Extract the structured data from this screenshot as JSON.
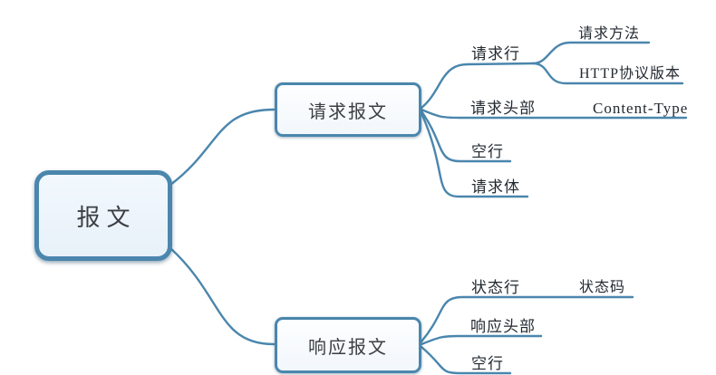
{
  "colors": {
    "background": "#ffffff",
    "line": "#4a86ad",
    "node_border": "#4a86ad",
    "node_fill_top": "#fdfeff",
    "node_fill_bottom": "#f2f7fc",
    "root_fill_top": "#f2f8fd",
    "root_fill_bottom": "#e8f1f9",
    "node_text": "#3b3f44",
    "leaf_text": "#232a31"
  },
  "mindmap": {
    "root": {
      "label": "报文"
    },
    "branches": [
      {
        "label": "请求报文",
        "children": [
          {
            "label": "请求行",
            "children": [
              {
                "label": "请求方法"
              },
              {
                "label": "HTTP协议版本"
              }
            ]
          },
          {
            "label": "请求头部",
            "children": [
              {
                "label": "Content-Type"
              }
            ]
          },
          {
            "label": "空行"
          },
          {
            "label": "请求体"
          }
        ]
      },
      {
        "label": "响应报文",
        "children": [
          {
            "label": "状态行",
            "children": [
              {
                "label": "状态码"
              }
            ]
          },
          {
            "label": "响应头部"
          },
          {
            "label": "空行"
          }
        ]
      }
    ]
  }
}
